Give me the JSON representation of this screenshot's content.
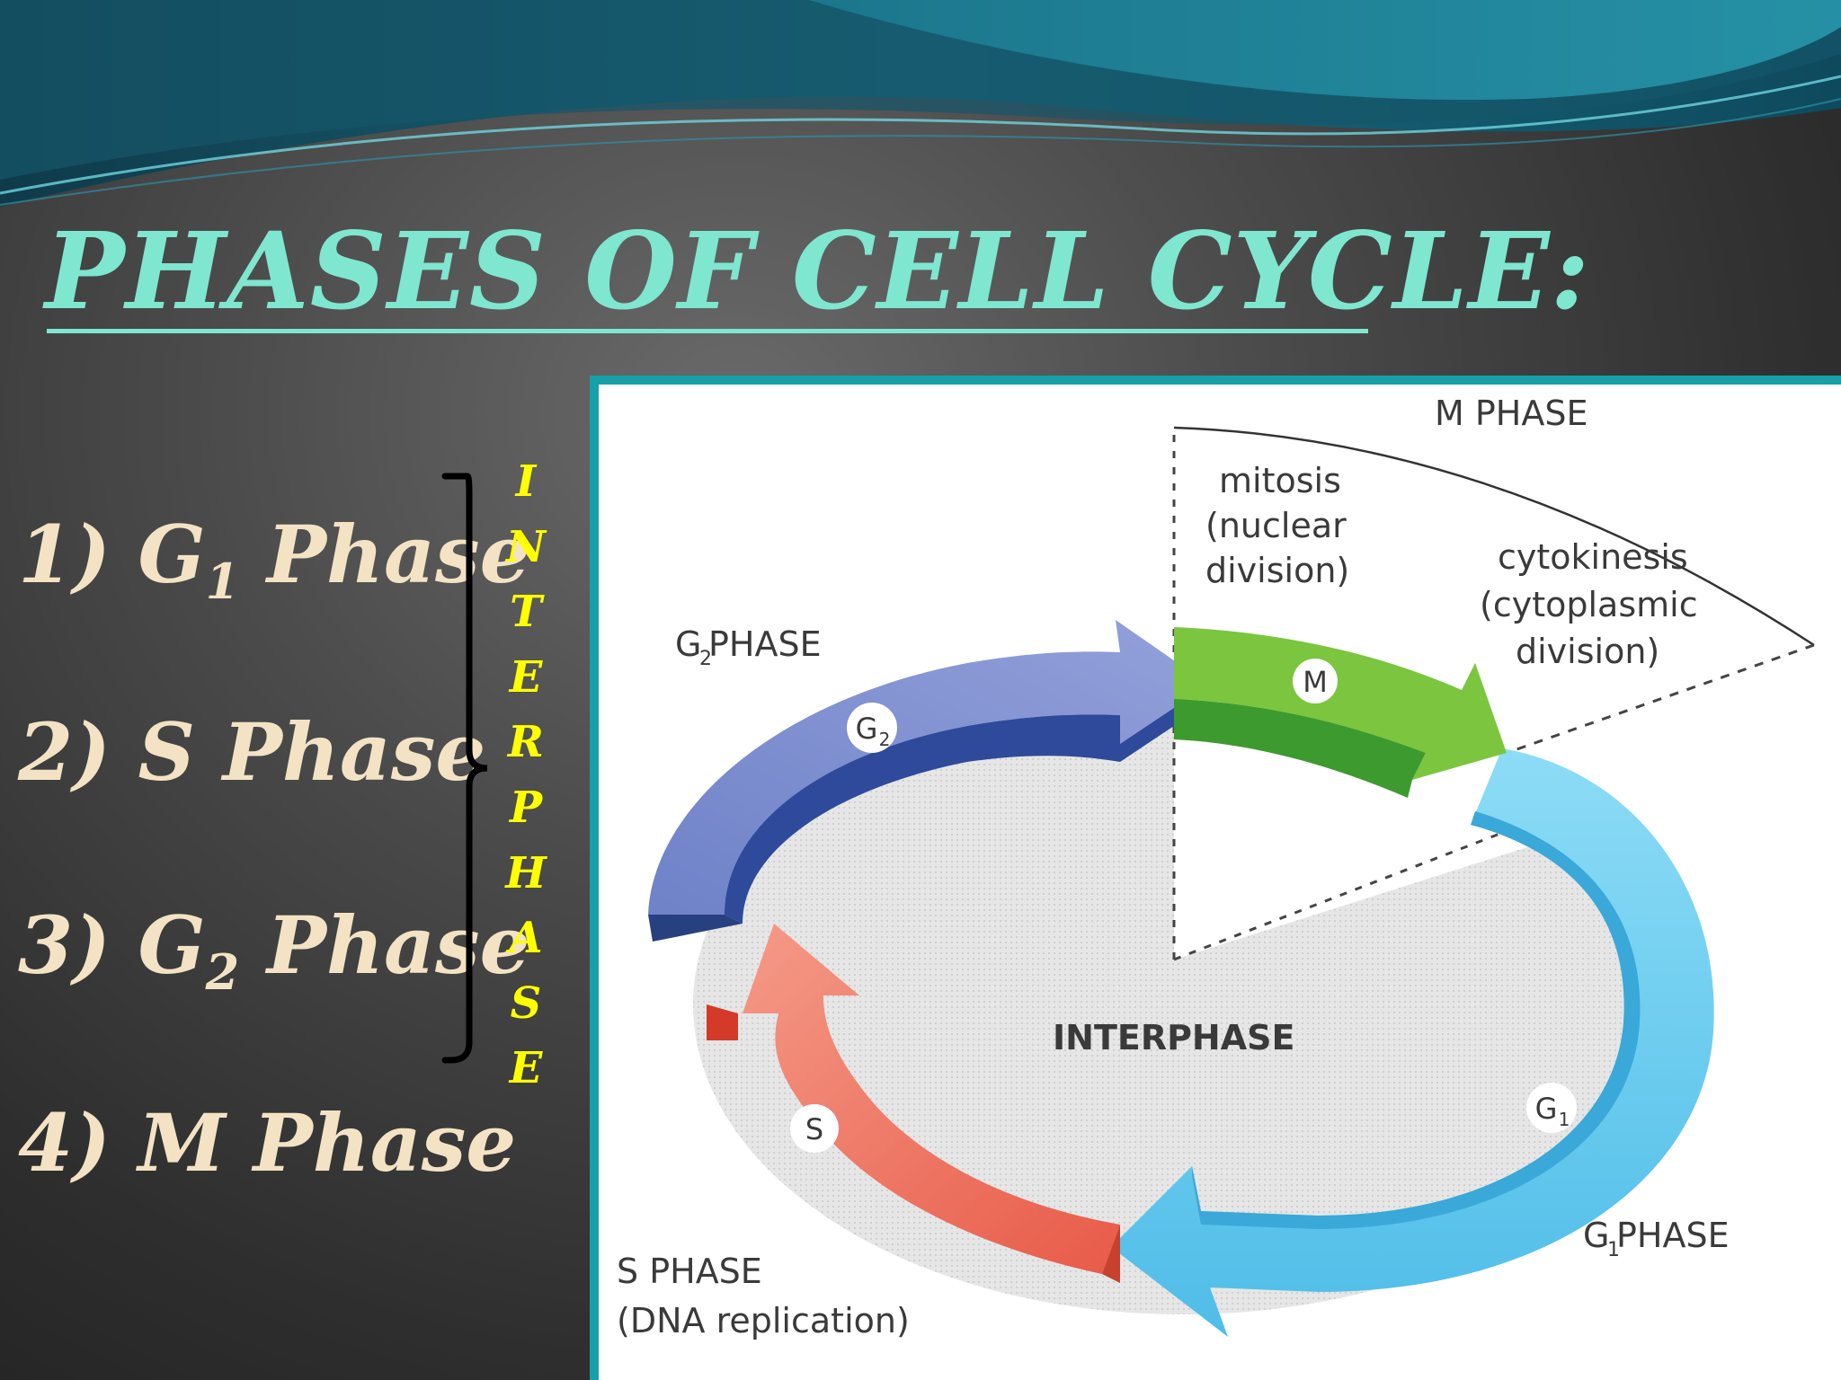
{
  "slide": {
    "title": "PHASES OF CELL CYCLE:",
    "phases": [
      {
        "number": "1)",
        "letter": "G",
        "subscript": "1",
        "suffix": " Phase"
      },
      {
        "number": "2)",
        "letter": "S",
        "subscript": "",
        "suffix": " Phase"
      },
      {
        "number": "3)",
        "letter": "G",
        "subscript": "2",
        "suffix": " Phase"
      },
      {
        "number": "4)",
        "letter": "M",
        "subscript": "",
        "suffix": " Phase"
      }
    ],
    "interphase_letters": [
      "I",
      "N",
      "T",
      "E",
      "R",
      "P",
      "H",
      "A",
      "S",
      "E"
    ]
  },
  "diagram": {
    "m_phase_label": "M PHASE",
    "mitosis_lines": [
      "mitosis",
      "(nuclear",
      "division)"
    ],
    "cytokinesis_lines": [
      "cytokinesis",
      "(cytoplasmic",
      "division)"
    ],
    "g2_phase_label": "G",
    "g2_phase_sub": "2",
    "g2_phase_suffix": " PHASE",
    "g1_phase_label": "G",
    "g1_phase_sub": "1",
    "g1_phase_suffix": " PHASE",
    "s_phase_lines": [
      "S PHASE",
      "(DNA replication)"
    ],
    "interphase_label": "INTERPHASE",
    "badge_m": "M",
    "badge_g2": "G",
    "badge_g2_sub": "2",
    "badge_s": "S",
    "badge_g1": "G",
    "badge_g1_sub": "1"
  },
  "colors": {
    "title": "#7fe6cf",
    "phase_text": "#f3e3c4",
    "interphase_text": "#ffff00",
    "g2_arrow": "#7f8fd0",
    "m_arrow": "#7bc53f",
    "g1_arrow": "#6fd0f2",
    "s_arrow": "#ef7a6a",
    "frame": "#17a0a8"
  }
}
